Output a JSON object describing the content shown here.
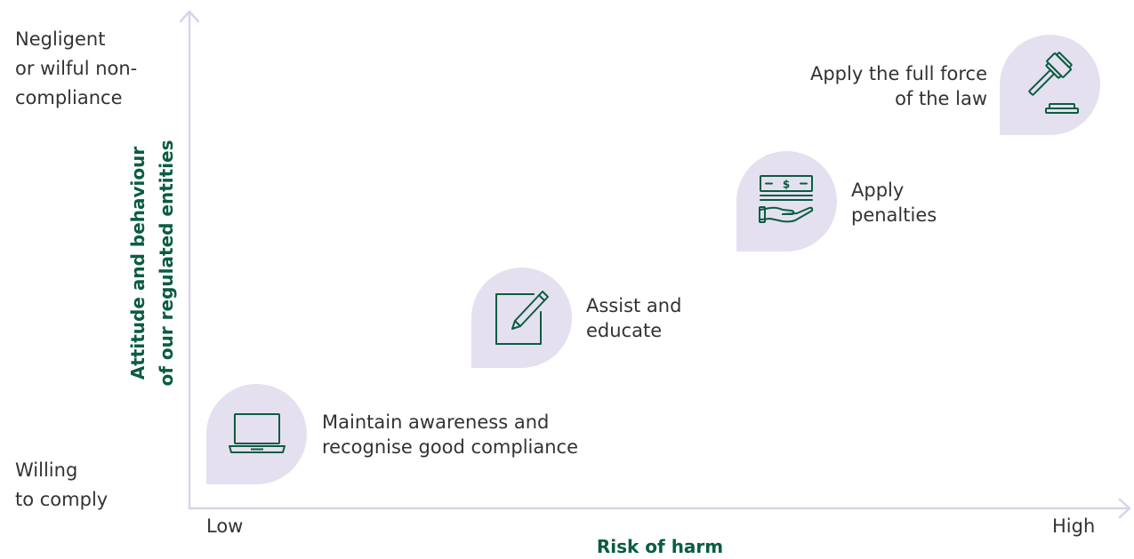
{
  "y_axis": {
    "title_lines": [
      "Attitude and behaviour",
      "of our regulated entities"
    ],
    "top_label_lines": [
      "Negligent",
      "or wilful non-",
      "compliance"
    ],
    "bottom_label_lines": [
      "Willing",
      "to comply"
    ]
  },
  "x_axis": {
    "title": "Risk of harm",
    "low_label": "Low",
    "high_label": "High"
  },
  "steps": [
    {
      "icon": "laptop-icon",
      "label_lines": [
        "Maintain awareness and",
        "recognise good compliance"
      ]
    },
    {
      "icon": "pencil-edit-icon",
      "label_lines": [
        "Assist and",
        "educate"
      ]
    },
    {
      "icon": "money-hand-icon",
      "label_lines": [
        "Apply",
        "penalties"
      ]
    },
    {
      "icon": "gavel-icon",
      "label_lines": [
        "Apply the full force",
        "of the law"
      ]
    }
  ],
  "colors": {
    "axis": "#d9d2e9",
    "accent_green": "#0a5c42",
    "icon_bg": "#e5e0ef",
    "text": "#333333"
  }
}
